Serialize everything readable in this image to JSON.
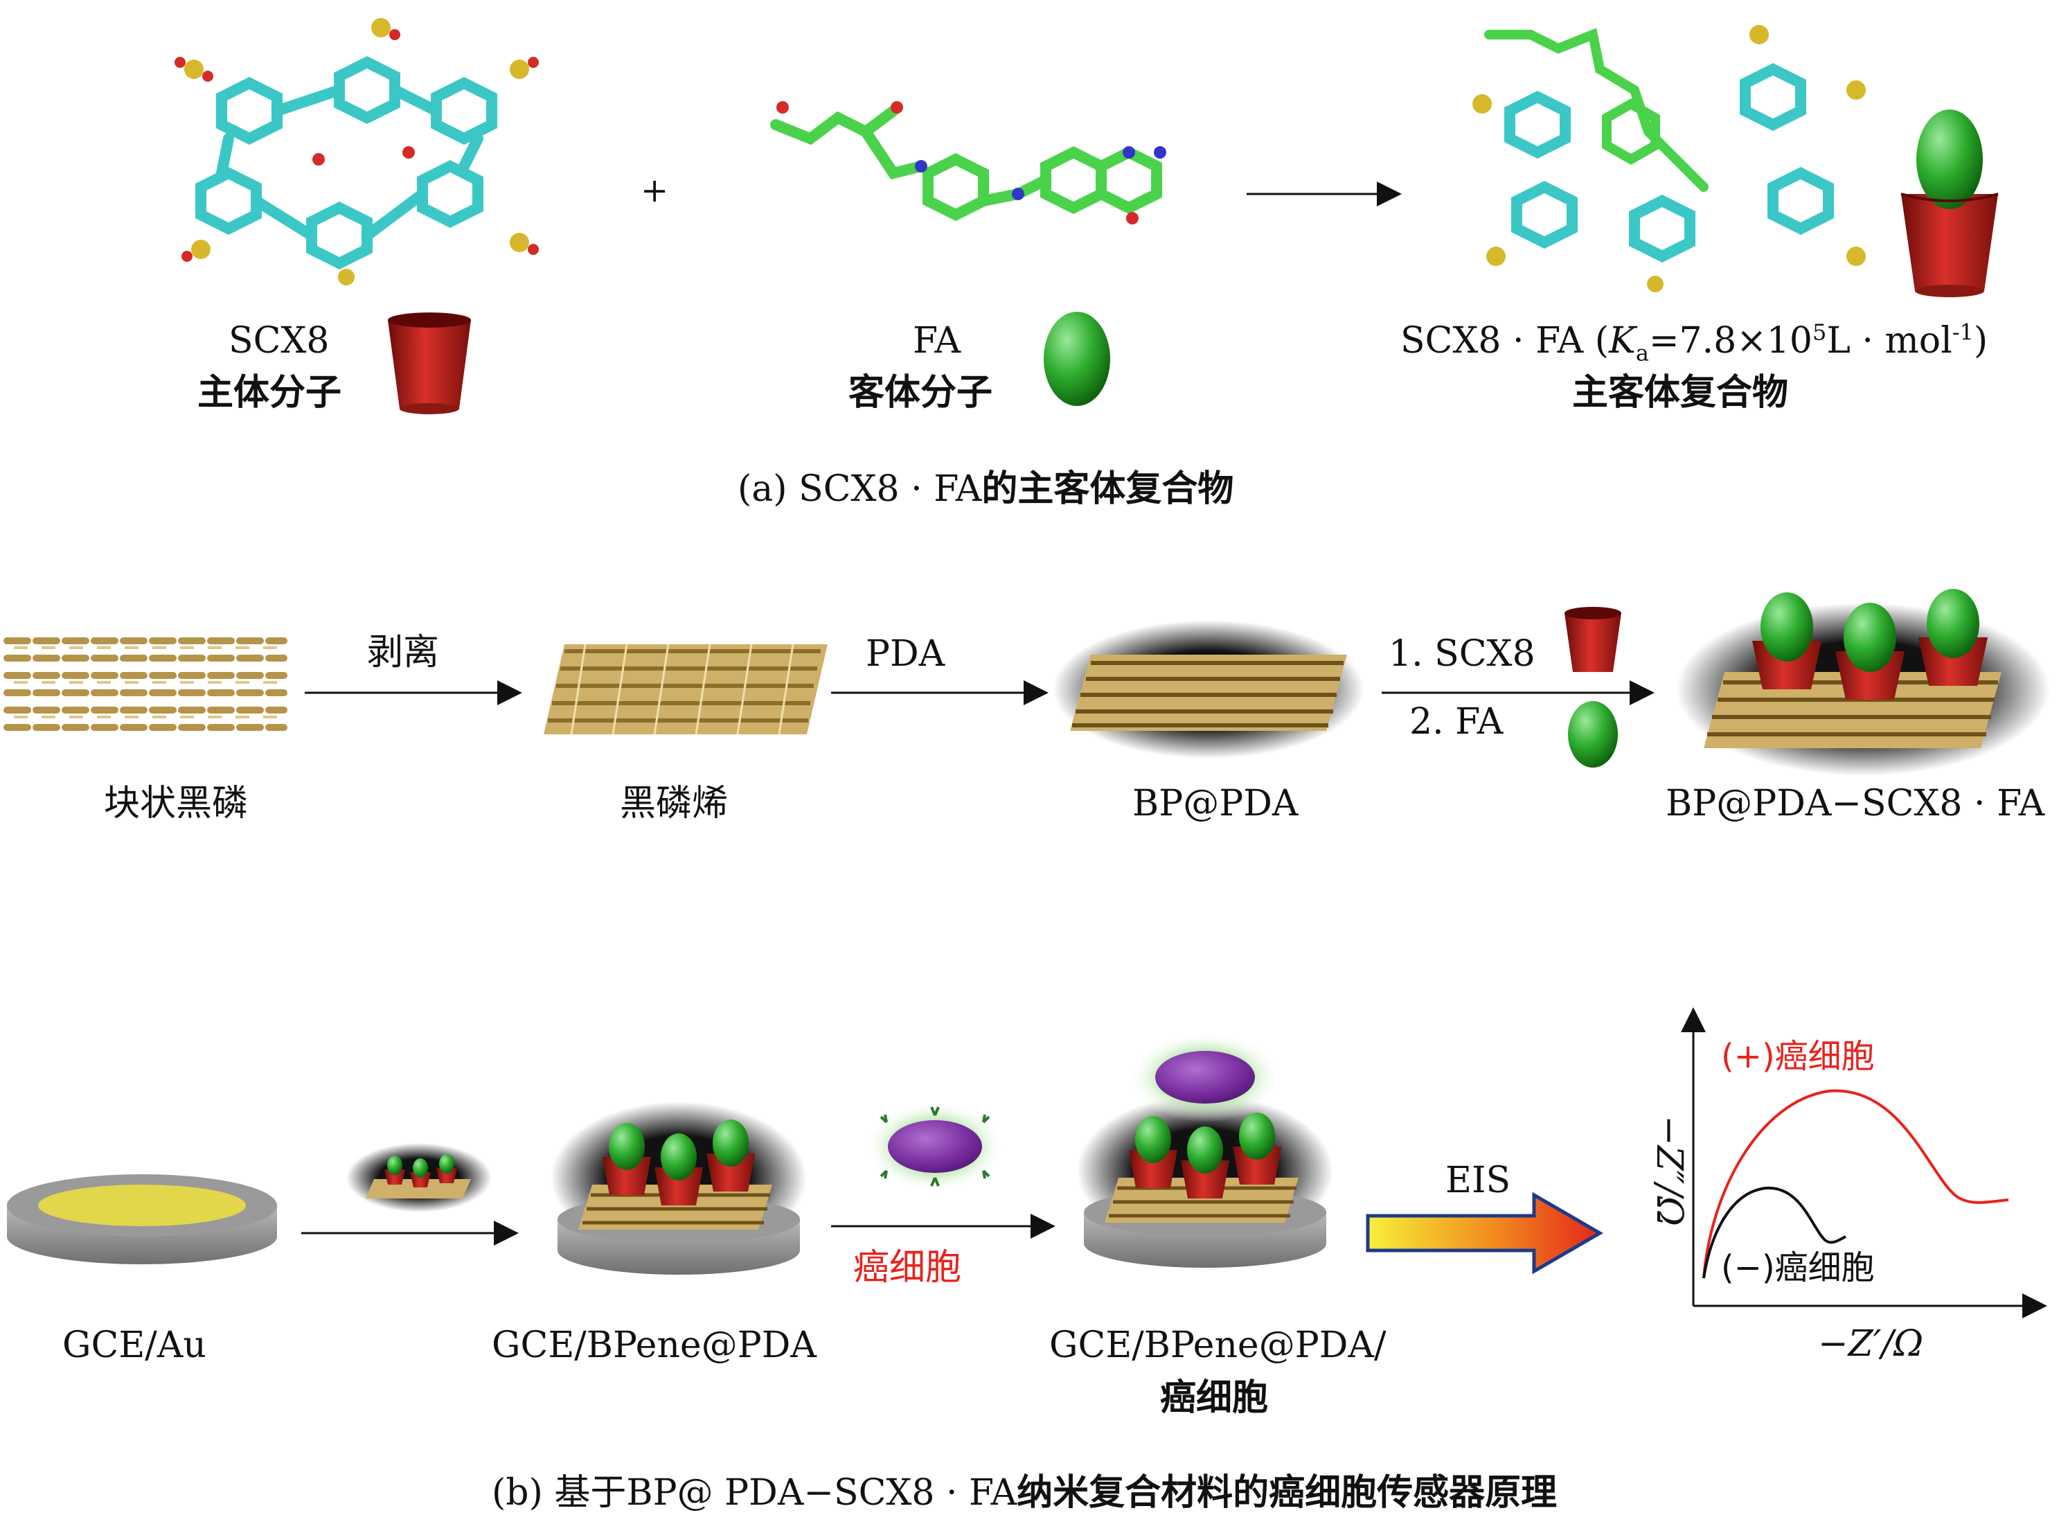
{
  "panel_a": {
    "host_name": "SCX8",
    "host_desc": "主体分子",
    "plus": "+",
    "guest_name": "FA",
    "guest_desc": "客体分子",
    "complex_name": "SCX8 · FA (",
    "complex_k": "K",
    "complex_k_sub": "a",
    "complex_value": "=7.8×10",
    "complex_exp": "5",
    "complex_unit": "L · mol",
    "complex_unit_exp": "-1",
    "complex_close": ")",
    "complex_desc": "主客体复合物",
    "caption_prefix": "(a) SCX8 · FA",
    "caption_suffix": "的主客体复合物"
  },
  "panel_synthesis": {
    "bulk_bp": "块状黑磷",
    "step1": "剥离",
    "bpene": "黑磷烯",
    "step2": "PDA",
    "bp_pda": "BP@PDA",
    "step3a": "1. SCX8",
    "step3b": "2. FA",
    "product": "BP@PDA−SCX8 · FA"
  },
  "panel_b": {
    "gce_au": "GCE/Au",
    "gce_bpene": "GCE/BPene@PDA",
    "cancer_cell": "癌细胞",
    "gce_bpene_cell_line1": "GCE/BPene@PDA/",
    "gce_bpene_cell_line2": "癌细胞",
    "eis": "EIS",
    "plot_ylabel": "−Z″/Ω",
    "plot_xlabel": "−Z′/Ω",
    "plot_pos": "(+)癌细胞",
    "plot_neg": "(−)癌细胞",
    "caption_prefix": "(b) 基于",
    "caption_mid": "BP@ PDA−SCX8 · FA",
    "caption_suffix": "纳米复合材料的癌细胞传感器原理"
  },
  "colors": {
    "cup_red": "#c0201a",
    "ball_green": "#2e9e2e",
    "bp_gold": "#c8a85a",
    "cell_purple": "#7a2fa0",
    "curve_red": "#e8221c",
    "curve_black": "#111111"
  }
}
